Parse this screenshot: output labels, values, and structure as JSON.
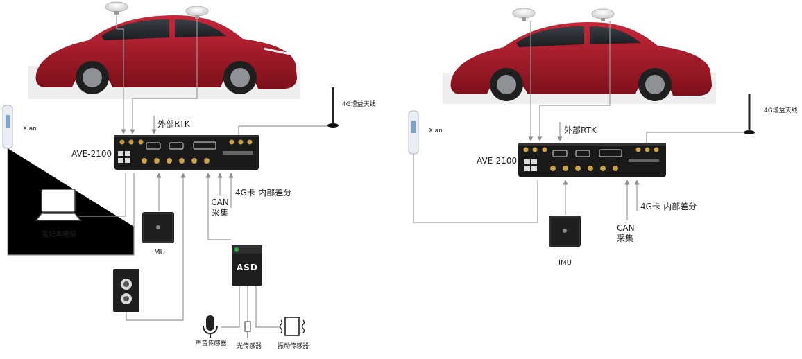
{
  "diagrams": [
    {
      "device_name": "AVE-2100",
      "rtk_label": "外部RTK",
      "antenna_label": "4G增益天线",
      "xlan_label": "Xlan",
      "laptop_label": "笔记本电脑",
      "imu_label": "IMU",
      "can_label": "CAN采集",
      "lte_label": "4G卡-内部差分",
      "asd_label": "ASD",
      "sound_sensor_label": "声音传感器",
      "light_sensor_label": "光传感器",
      "vibration_sensor_label": "振动传感器"
    },
    {
      "device_name": "AVE-2100",
      "rtk_label": "外部RTK",
      "antenna_label": "4G增益天线",
      "xlan_label": "Xlan",
      "imu_label": "IMU",
      "can_label": "CAN采集",
      "lte_label": "4G卡-内部差分"
    }
  ],
  "colors": {
    "car_body": "#b01f2c",
    "car_dark": "#7a0f18",
    "device": "#1a1a1a",
    "connector": "#c9a24a",
    "line": "#9a9a9a"
  }
}
